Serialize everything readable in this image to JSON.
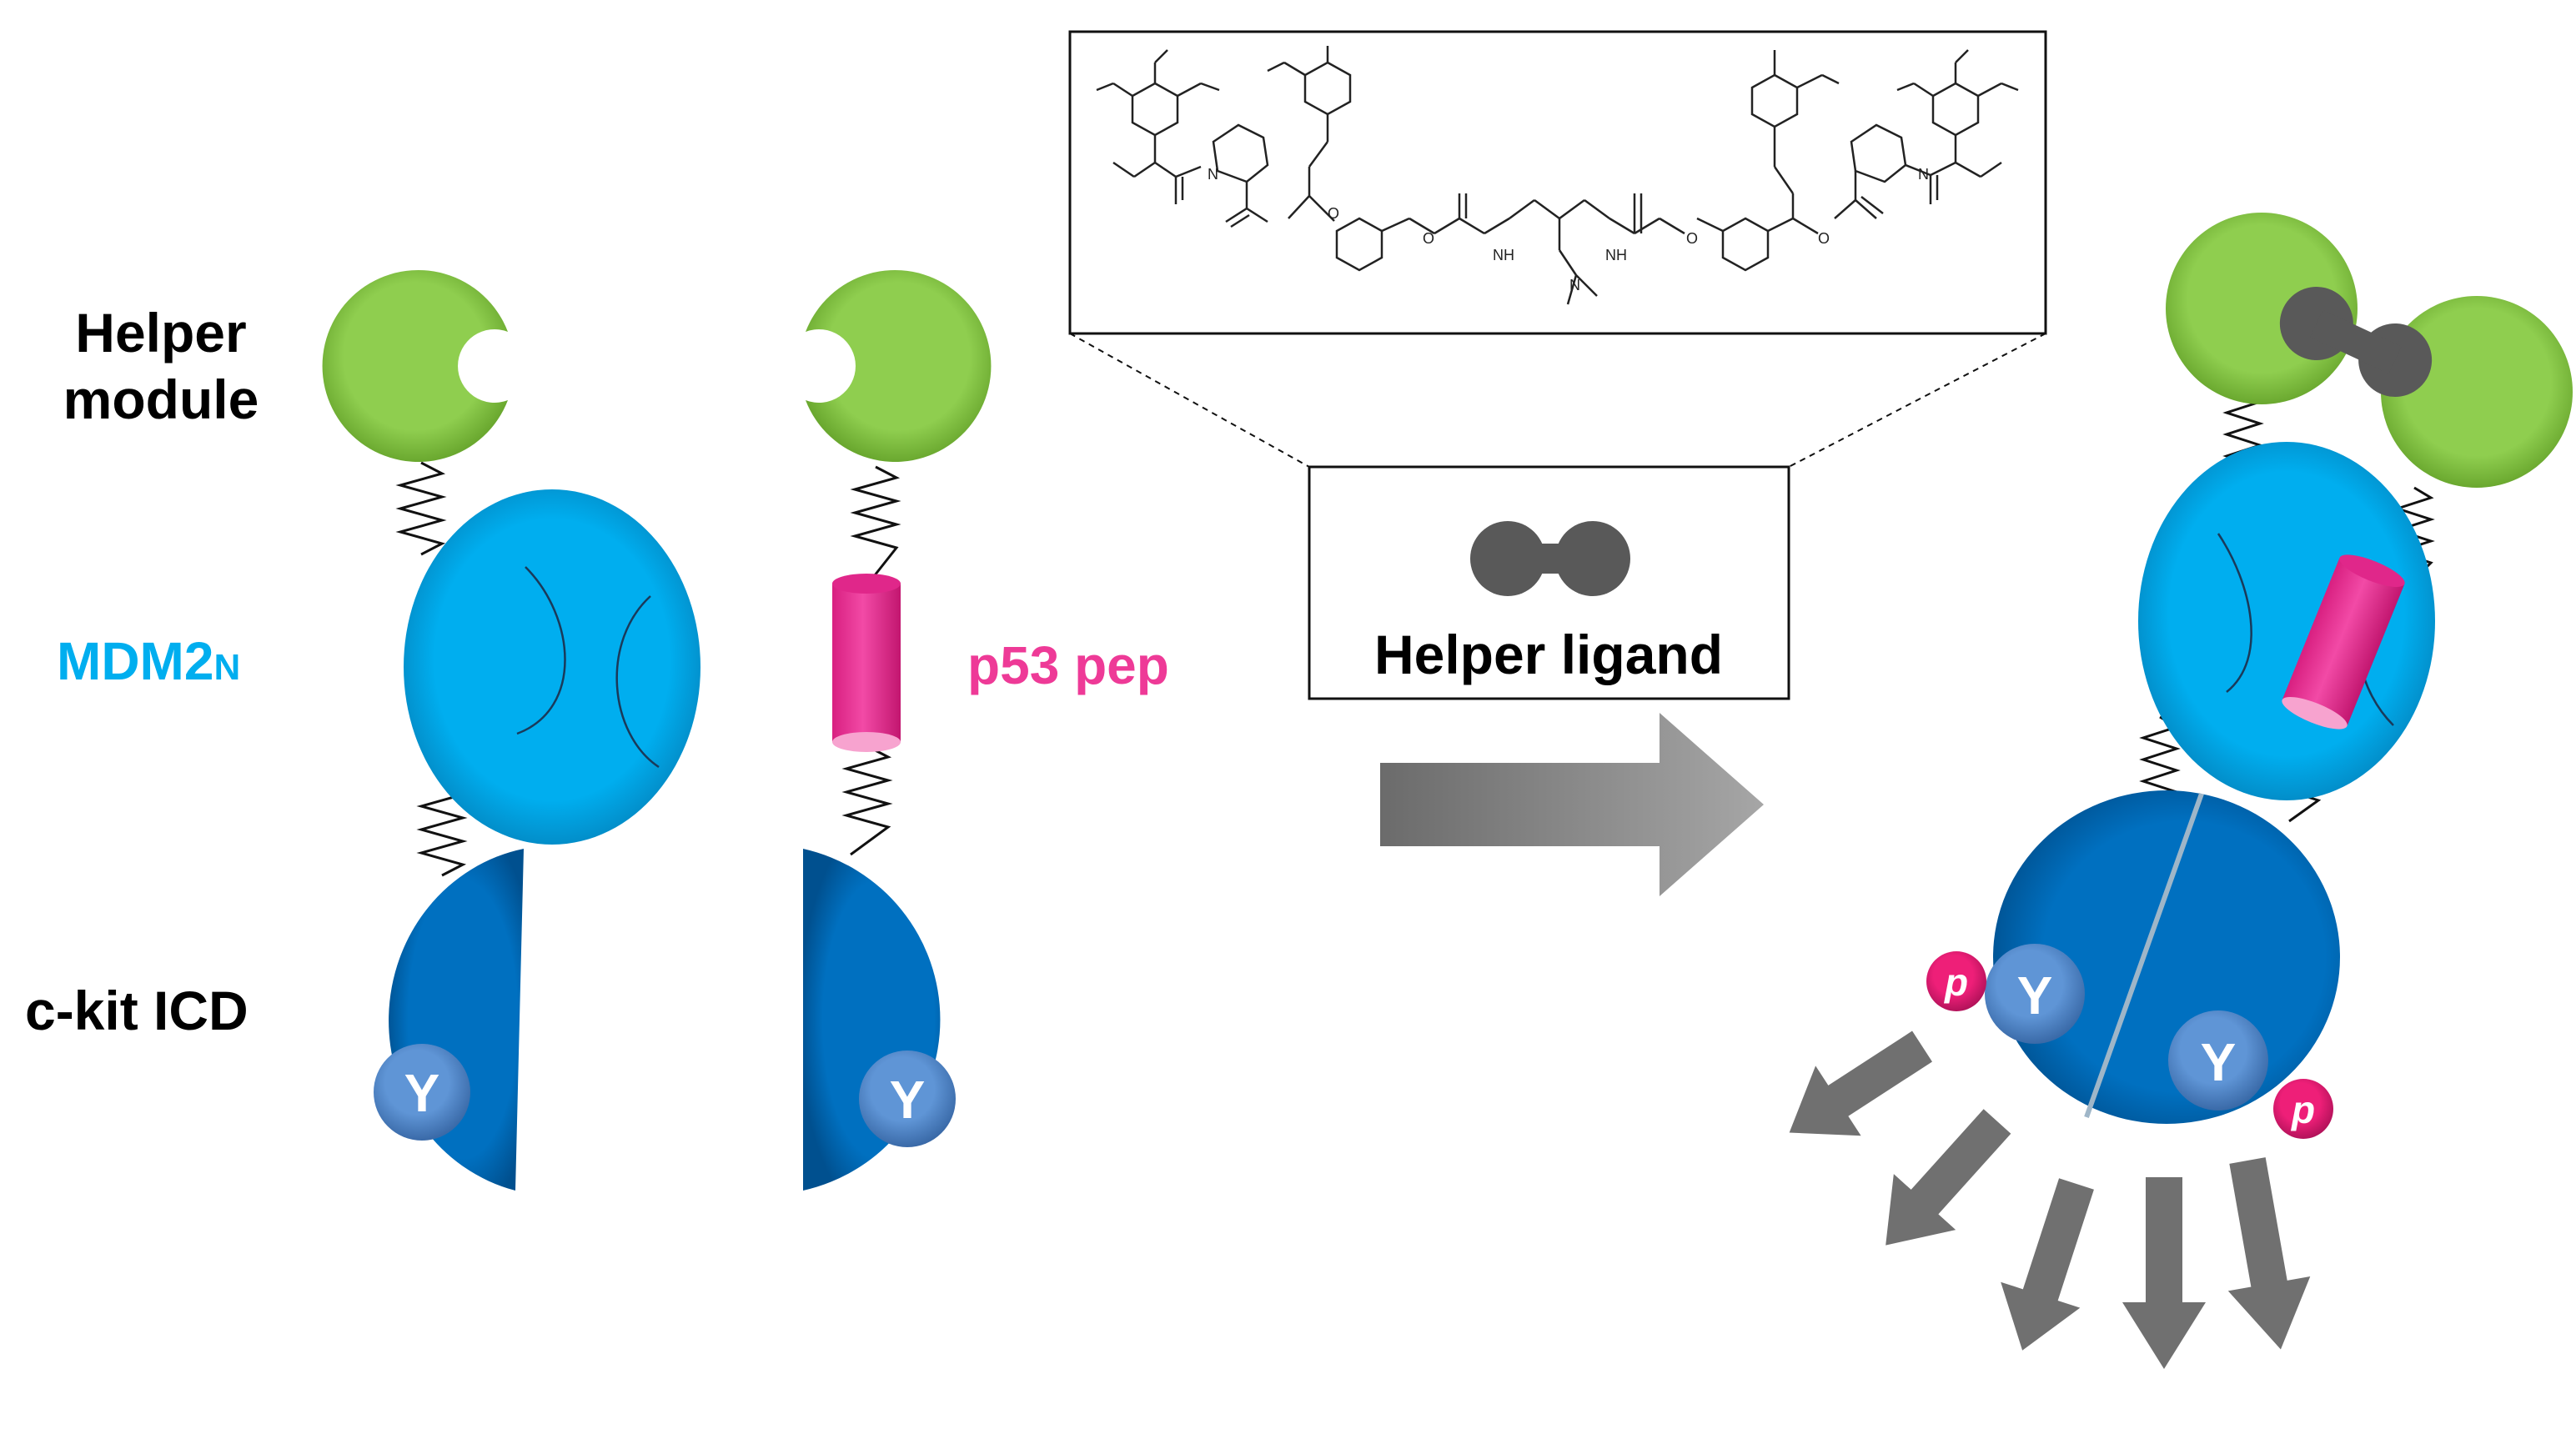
{
  "labels": {
    "helper_line1": "Helper",
    "helper_line2": "module",
    "mdm2_main": "MDM2",
    "mdm2_sub": "N",
    "ckit": "c-kit ICD",
    "p53": "p53 pep",
    "helper_ligand": "Helper ligand",
    "tyrosine": "Y",
    "phospho": "p"
  },
  "chem_atoms": {
    "N": "N",
    "NH": "NH",
    "O": "O"
  },
  "colors": {
    "helper_green": "#8fce4f",
    "mdm2_blue": "#00aeef",
    "ckit_blue": "#0070c0",
    "tyrosine_blue": "#5a8fd0",
    "p53_pink": "#ee3a97",
    "phospho_pink": "#e6196e",
    "ligand_gray": "#595959",
    "arrow_gray": "#707070"
  }
}
